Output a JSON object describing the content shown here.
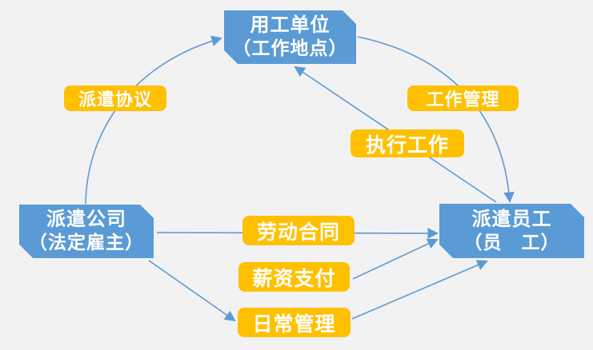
{
  "diagram": {
    "title": "labor-dispatch-relationship-diagram",
    "background_color": "#F2F2F3",
    "colors": {
      "node_fill": "#5B9BD5",
      "edge_label_fill": "#FFC000",
      "arrow": "#5B9BD5",
      "text": "#FFFFFF"
    },
    "nodes": {
      "employing_unit": {
        "line1": "用工单位",
        "line2": "（工作地点）"
      },
      "dispatch_company": {
        "line1": "派遣公司",
        "line2": "（法定雇主）"
      },
      "dispatched_employee": {
        "line1": "派遣员工",
        "line2": "（员　工）"
      }
    },
    "edge_labels": {
      "dispatch_agreement": "派遣协议",
      "work_management": "工作管理",
      "execute_work": "执行工作",
      "labor_contract": "劳动合同",
      "salary_payment": "薪资支付",
      "daily_management": "日常管理"
    },
    "edges": [
      {
        "from": "dispatch_company",
        "to": "employing_unit",
        "label": "派遣协议",
        "style": "curved"
      },
      {
        "from": "employing_unit",
        "to": "dispatched_employee",
        "label": "工作管理",
        "style": "curved"
      },
      {
        "from": "dispatched_employee",
        "to": "employing_unit",
        "label": "执行工作",
        "style": "straight"
      },
      {
        "from": "dispatch_company",
        "to": "dispatched_employee",
        "label": "劳动合同",
        "style": "straight"
      },
      {
        "from": "dispatch_company",
        "to": "dispatched_employee",
        "label": "薪资支付",
        "style": "straight"
      },
      {
        "from": "dispatch_company",
        "to": "dispatched_employee",
        "label": "日常管理",
        "style": "straight-via-label"
      }
    ]
  }
}
